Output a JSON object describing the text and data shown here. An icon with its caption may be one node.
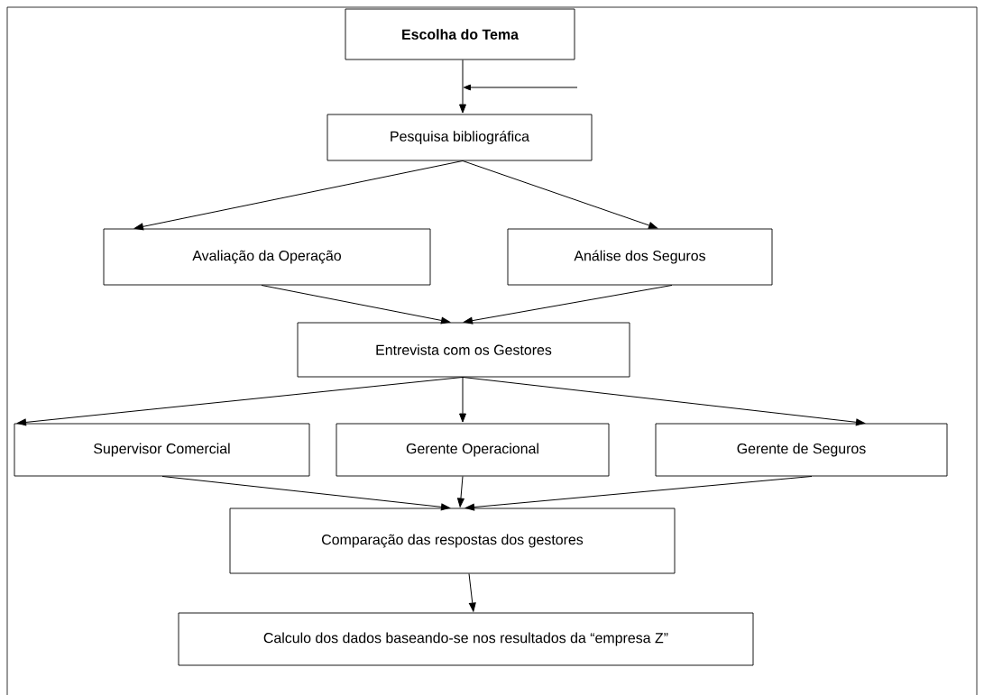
{
  "diagram": {
    "nodes": [
      {
        "text": [
          "Escolha do Tema"
        ]
      },
      {
        "text": [
          "Pesquisa bibliográfica"
        ]
      },
      {
        "text": [
          "Avaliação da Operação"
        ]
      },
      {
        "text": [
          "Análise dos Seguros"
        ]
      },
      {
        "text": [
          "Entrevista com os Gestores"
        ]
      },
      {
        "text": [
          "Supervisor Comercial"
        ]
      },
      {
        "text": [
          "Gerente Operacional"
        ]
      },
      {
        "text": [
          "Gerente de Seguros"
        ]
      },
      {
        "text": [
          "Comparação das respostas dos gestores"
        ]
      },
      {
        "text": [
          "Calculo dos dados baseando-se nos resultados da “empresa Z”"
        ]
      }
    ],
    "edges": [
      {
        "from": 0,
        "to": 1,
        "arrow": "to"
      },
      {
        "from": 1,
        "to": 2,
        "arrow": "to"
      },
      {
        "from": 1,
        "to": 3,
        "arrow": "to"
      },
      {
        "from": 2,
        "to": 4,
        "arrow": "to"
      },
      {
        "from": 3,
        "to": 4,
        "arrow": "to"
      },
      {
        "from": 4,
        "to": 5,
        "arrow": "to"
      },
      {
        "from": 4,
        "to": 6,
        "arrow": "to"
      },
      {
        "from": 4,
        "to": 7,
        "arrow": "to"
      },
      {
        "from": 5,
        "to": 8,
        "arrow": "to"
      },
      {
        "from": 6,
        "to": 8,
        "arrow": "to"
      },
      {
        "from": 7,
        "to": 8,
        "arrow": "to"
      },
      {
        "from": 8,
        "to": 9,
        "arrow": "to"
      }
    ]
  }
}
